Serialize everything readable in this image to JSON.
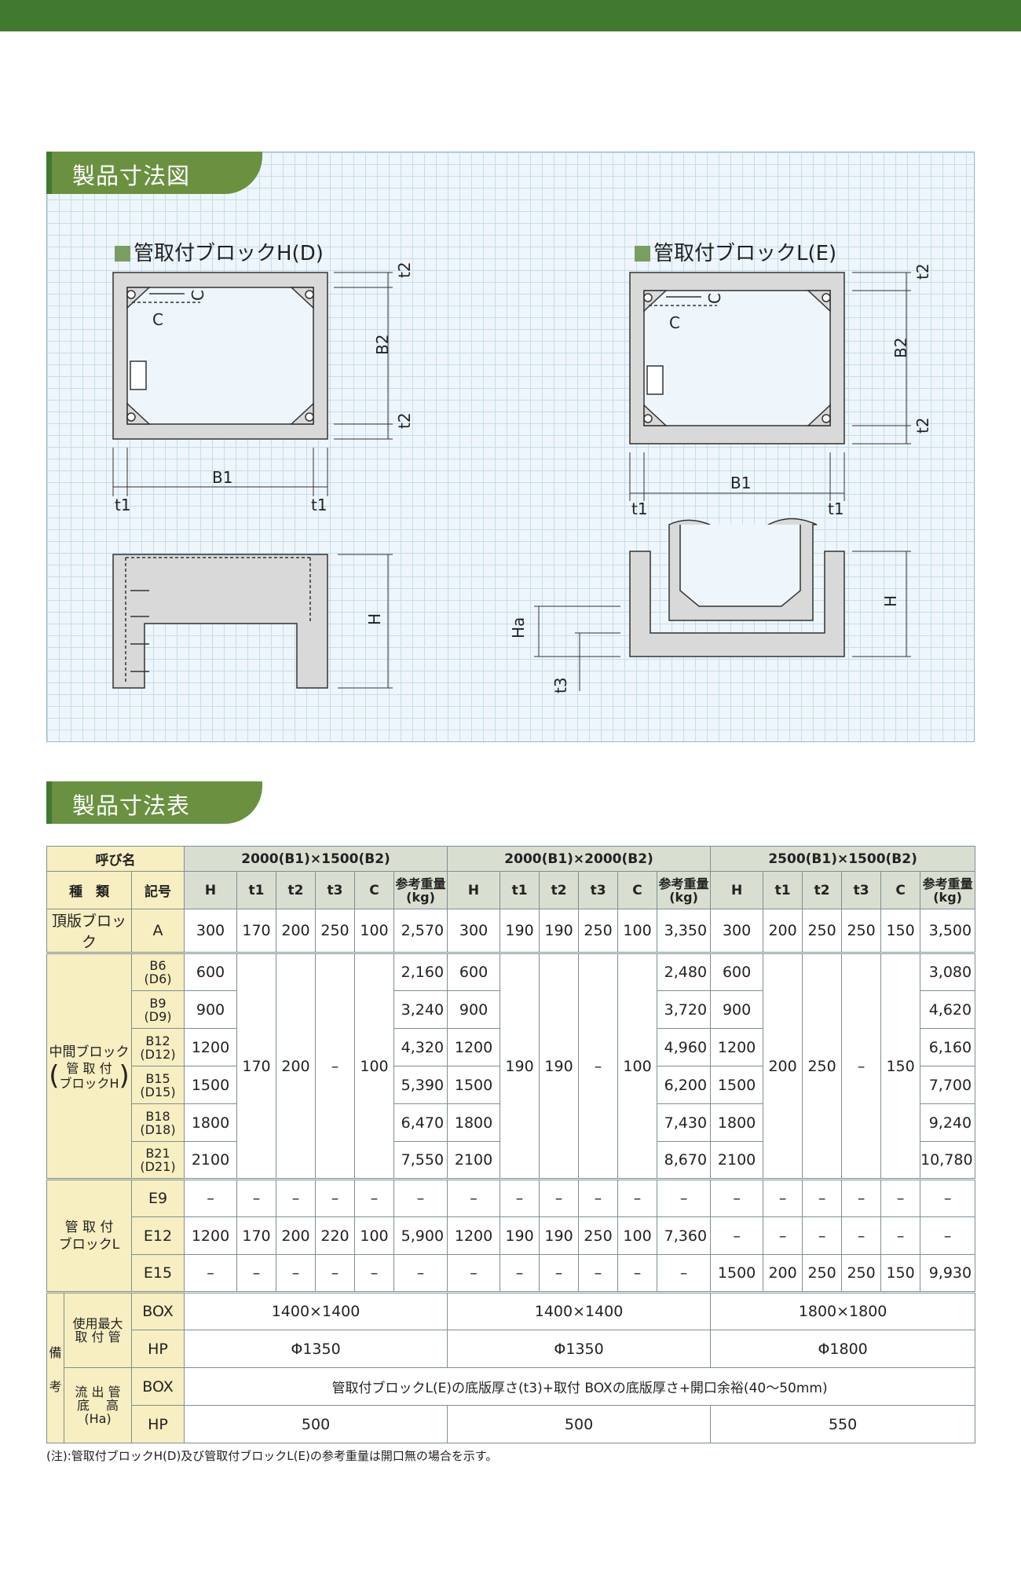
{
  "section1": {
    "title": "製品寸法図"
  },
  "section2": {
    "title": "製品寸法表"
  },
  "drawing_h": {
    "title": "管取付ブロックH(D)",
    "labels": {
      "c1": "C",
      "c2": "C",
      "b2": "B2",
      "t2a": "t2",
      "t2b": "t2",
      "b1": "B1",
      "t1a": "t1",
      "t1b": "t1",
      "h": "H"
    }
  },
  "drawing_l": {
    "title": "管取付ブロックL(E)",
    "labels": {
      "c1": "C",
      "c2": "C",
      "b2": "B2",
      "t2a": "t2",
      "t2b": "t2",
      "b1": "B1",
      "t1a": "t1",
      "t1b": "t1",
      "h": "H",
      "ha": "Ha",
      "t3": "t3"
    }
  },
  "table": {
    "h_name": "呼び名",
    "h_type": "種　類",
    "h_code": "記号",
    "groups": [
      "2000(B1)×1500(B2)",
      "2000(B1)×2000(B2)",
      "2500(B1)×1500(B2)"
    ],
    "cols": [
      "H",
      "t1",
      "t2",
      "t3",
      "C",
      "参考重量(kg)"
    ],
    "row_a": {
      "type": "頂版ブロック",
      "code": "A",
      "vals": [
        "300",
        "170",
        "200",
        "250",
        "100",
        "2,570",
        "300",
        "190",
        "190",
        "250",
        "100",
        "3,350",
        "300",
        "200",
        "250",
        "250",
        "150",
        "3,500"
      ]
    },
    "mid": {
      "type_1": "中間ブロック",
      "type_2": "管 取 付",
      "type_3": "ブロックH",
      "codes": [
        [
          "B6",
          "(D6)"
        ],
        [
          "B9",
          "(D9)"
        ],
        [
          "B12",
          "(D12)"
        ],
        [
          "B15",
          "(D15)"
        ],
        [
          "B18",
          "(D18)"
        ],
        [
          "B21",
          "(D21)"
        ]
      ],
      "g1": {
        "H": [
          "600",
          "900",
          "1200",
          "1500",
          "1800",
          "2100"
        ],
        "t1": "170",
        "t2": "200",
        "t3": "–",
        "C": "100",
        "w": [
          "2,160",
          "3,240",
          "4,320",
          "5,390",
          "6,470",
          "7,550"
        ]
      },
      "g2": {
        "H": [
          "600",
          "900",
          "1200",
          "1500",
          "1800",
          "2100"
        ],
        "t1": "190",
        "t2": "190",
        "t3": "–",
        "C": "100",
        "w": [
          "2,480",
          "3,720",
          "4,960",
          "6,200",
          "7,430",
          "8,670"
        ]
      },
      "g3": {
        "H": [
          "600",
          "900",
          "1200",
          "1500",
          "1800",
          "2100"
        ],
        "t1": "200",
        "t2": "250",
        "t3": "–",
        "C": "150",
        "w": [
          "3,080",
          "4,620",
          "6,160",
          "7,700",
          "9,240",
          "10,780"
        ]
      }
    },
    "l": {
      "type_1": "管 取 付",
      "type_2": "ブロックL",
      "rows": [
        {
          "code": "E9",
          "vals": [
            "–",
            "–",
            "–",
            "–",
            "–",
            "–",
            "–",
            "–",
            "–",
            "–",
            "–",
            "–",
            "–",
            "–",
            "–",
            "–",
            "–",
            "–"
          ]
        },
        {
          "code": "E12",
          "vals": [
            "1200",
            "170",
            "200",
            "220",
            "100",
            "5,900",
            "1200",
            "190",
            "190",
            "250",
            "100",
            "7,360",
            "–",
            "–",
            "–",
            "–",
            "–",
            "–"
          ]
        },
        {
          "code": "E15",
          "vals": [
            "–",
            "–",
            "–",
            "–",
            "–",
            "–",
            "–",
            "–",
            "–",
            "–",
            "–",
            "–",
            "1500",
            "200",
            "250",
            "250",
            "150",
            "9,930"
          ]
        }
      ]
    },
    "remarks": {
      "label_1": "備",
      "label_2": "考",
      "max_pipe_1": "使用最大",
      "max_pipe_2": "取 付 管",
      "outlet_1": "流 出 管",
      "outlet_2": "底　 高",
      "outlet_3": "(Ha)",
      "box": "BOX",
      "hp": "HP",
      "max_box": [
        "1400×1400",
        "1400×1400",
        "1800×1800"
      ],
      "max_hp": [
        "Φ1350",
        "Φ1350",
        "Φ1800"
      ],
      "outlet_box": "管取付ブロックL(E)の底版厚さ(t3)+取付 BOXの底版厚さ+開口余裕(40〜50mm)",
      "outlet_hp": [
        "500",
        "500",
        "550"
      ]
    }
  },
  "note": "(注):管取付ブロックH(D)及び管取付ブロックL(E)の参考重量は開口無の場合を示す。"
}
